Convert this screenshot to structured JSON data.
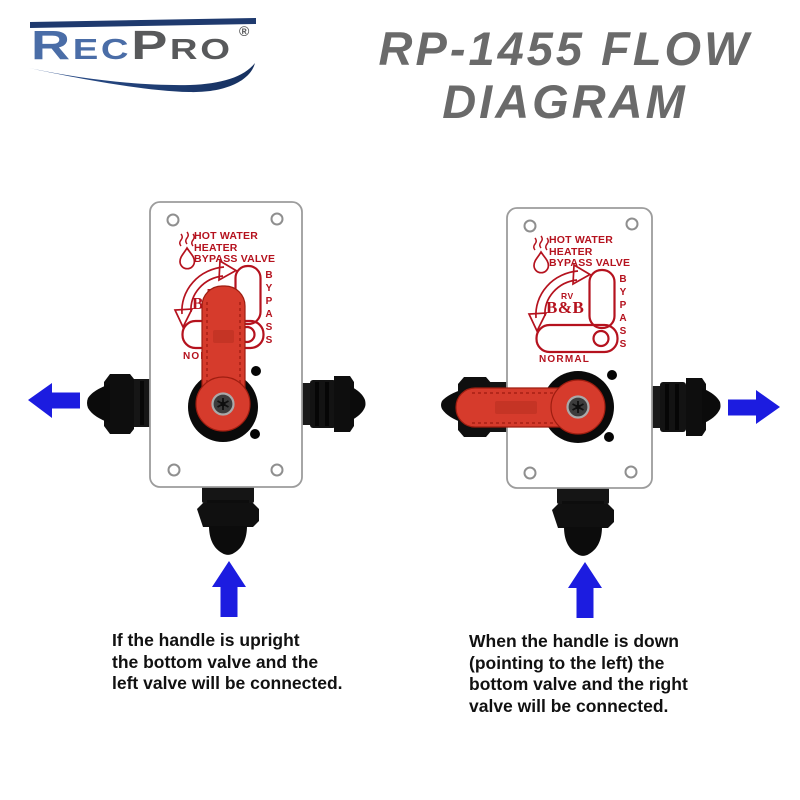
{
  "header": {
    "logo": {
      "brand_rec": "Rec",
      "brand_pro": "Pro",
      "registered": "®"
    },
    "title_line1": "RP-1455 FLOW",
    "title_line2": "DIAGRAM"
  },
  "valve_plate_print": {
    "heading_line1": "HOT WATER",
    "heading_line2": "HEATER",
    "heading_line3": "BYPASS VALVE",
    "brand_rv": "RV",
    "brand_bb": "B&B",
    "bypass_label": "BYPASS",
    "normal_label": "NORMAL"
  },
  "left_assembly": {
    "caption": "If the handle is upright\nthe bottom valve and the\nleft valve will be connected."
  },
  "right_assembly": {
    "caption": "When the handle is down\n(pointing to the left) the\nbottom valve and the right\nvalve will be connected."
  },
  "colors": {
    "arrow-blue": "#1c1ce0",
    "handle-red": "#d63b2c",
    "handle-red-dark": "#9e1d10",
    "print-red": "#b5121e",
    "logo-blue": "#4a6da7",
    "logo-gray": "#58595b",
    "logo-navy": "#1f3a6e",
    "title-gray": "#6a6a6a",
    "caption-black": "#111111"
  }
}
